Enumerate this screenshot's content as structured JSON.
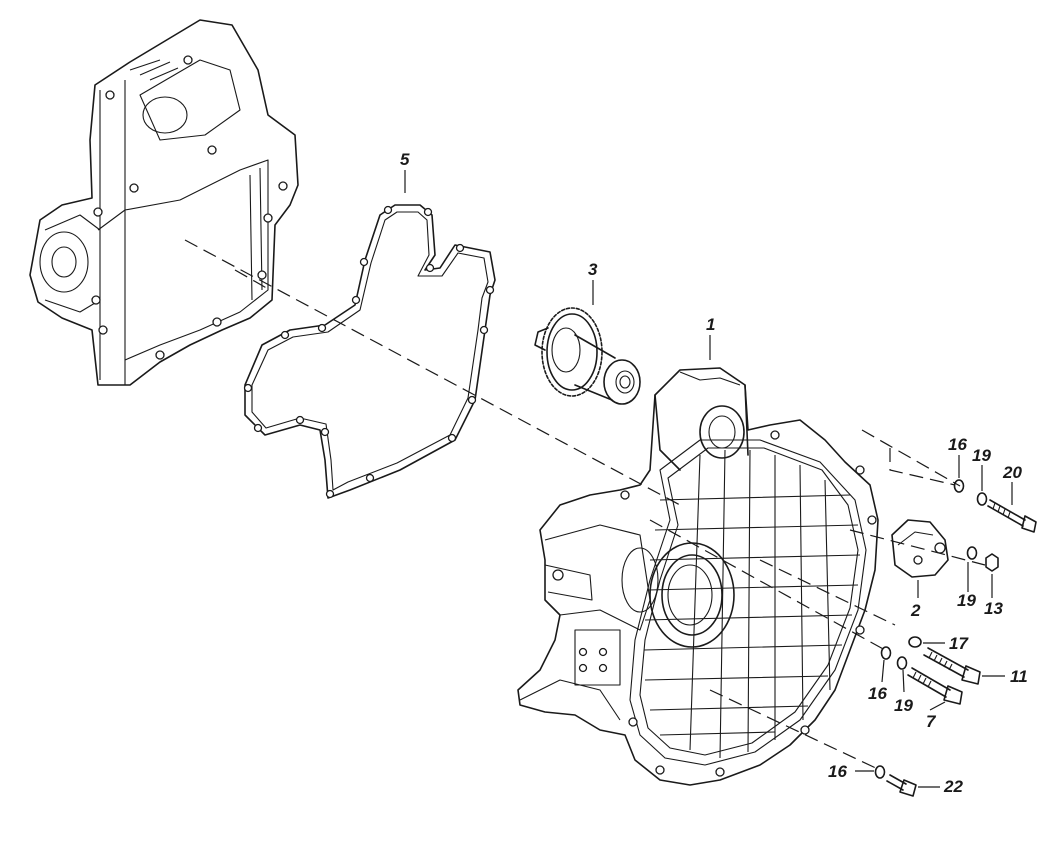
{
  "callouts": {
    "p1": "1",
    "p2": "2",
    "p3": "3",
    "p5": "5",
    "p7": "7",
    "p11": "11",
    "p13": "13",
    "p16a": "16",
    "p16b": "16",
    "p16c": "16",
    "p17": "17",
    "p19a": "19",
    "p19b": "19",
    "p19c": "19",
    "p20": "20",
    "p22": "22"
  },
  "colors": {
    "line": "#1a1a1a",
    "background": "#ffffff"
  }
}
